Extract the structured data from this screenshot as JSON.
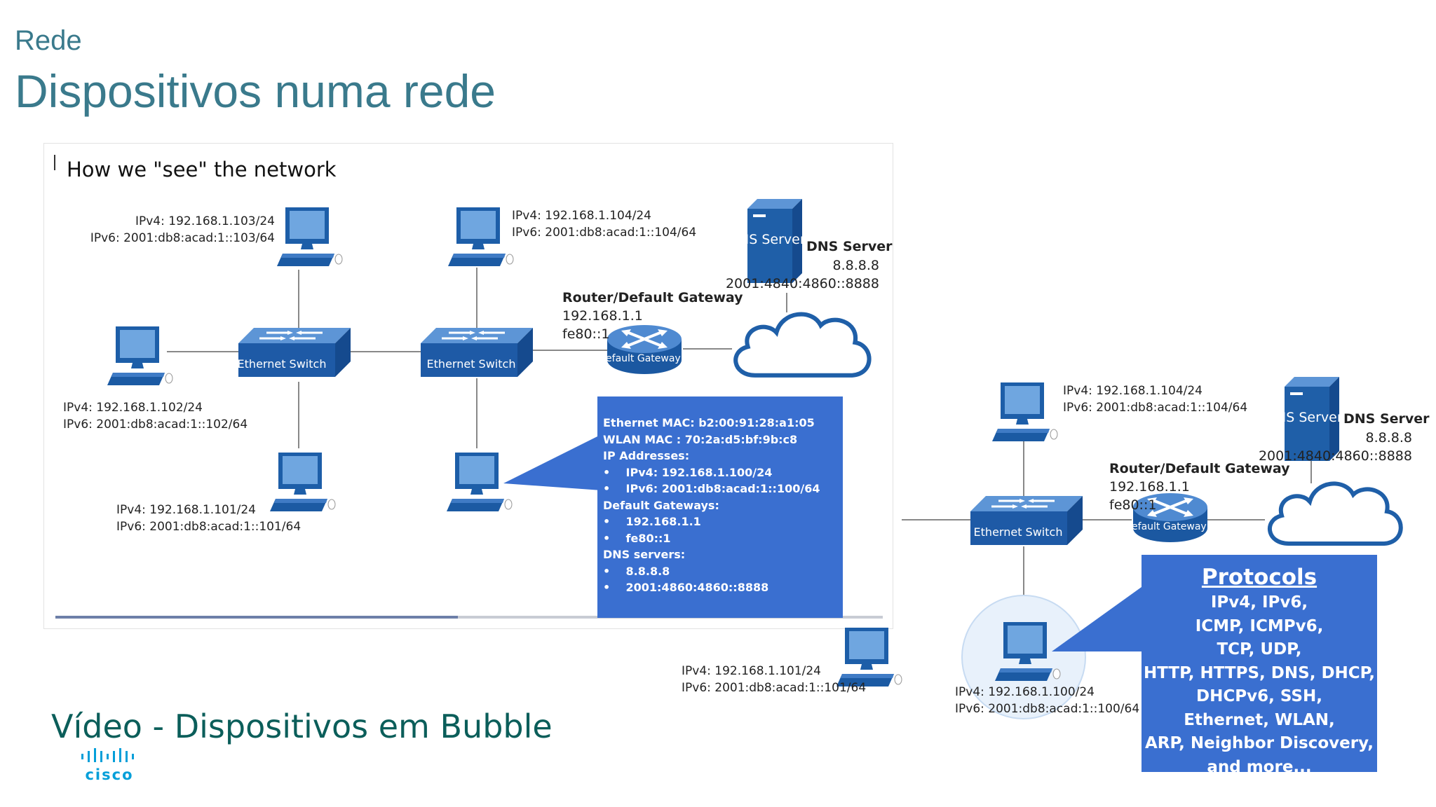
{
  "header": {
    "section": "Rede",
    "title": "Dispositivos numa rede"
  },
  "video_title": "Vídeo - Dispositivos em Bubble",
  "logo": {
    "text": "cisco",
    "icon": "cisco-bars-logo"
  },
  "screenshot1": {
    "caption": "How we \"see\" the network",
    "switch_label": "Ethernet Switch",
    "router_text": "Default Gateway",
    "server_text": "DNS Server",
    "hosts": {
      "h103": {
        "ipv4": "IPv4: 192.168.1.103/24",
        "ipv6": "IPv6: 2001:db8:acad:1::103/64"
      },
      "h104": {
        "ipv4": "IPv4: 192.168.1.104/24",
        "ipv6": "IPv6: 2001:db8:acad:1::104/64"
      },
      "h102": {
        "ipv4": "IPv4: 192.168.1.102/24",
        "ipv6": "IPv6: 2001:db8:acad:1::102/64"
      },
      "h101": {
        "ipv4": "IPv4: 192.168.1.101/24",
        "ipv6": "IPv6: 2001:db8:acad:1::101/64"
      }
    },
    "router": {
      "title": "Router/Default Gateway",
      "ipv4": "192.168.1.1",
      "ipv6": "fe80::1"
    },
    "dns": {
      "title": "DNS Server",
      "ipv4": "8.8.8.8",
      "ipv6": "2001:4840:4860::8888"
    },
    "info_box": {
      "eth_mac": "Ethernet MAC: b2:00:91:28:a1:05",
      "wlan_mac": "WLAN MAC : 70:2a:d5:bf:9b:c8",
      "ip_heading": "IP Addresses:",
      "ip_items": [
        "IPv4: 192.168.1.100/24",
        "IPv6: 2001:db8:acad:1::100/64"
      ],
      "gw_heading": "Default Gateways:",
      "gw_items": [
        "192.168.1.1",
        "fe80::1"
      ],
      "dns_heading": "DNS servers:",
      "dns_items": [
        "8.8.8.8",
        "2001:4860:4860::8888"
      ]
    }
  },
  "screenshot2": {
    "switch_label": "Ethernet Switch",
    "router_text": "Default Gateway",
    "server_text": "DNS Server",
    "h104": {
      "ipv4": "IPv4: 192.168.1.104/24",
      "ipv6": "IPv6: 2001:db8:acad:1::104/64"
    },
    "h101": {
      "ipv4": "IPv4: 192.168.1.101/24",
      "ipv6": "IPv6: 2001:db8:acad:1::101/64"
    },
    "h100": {
      "ipv4": "IPv4: 192.168.1.100/24",
      "ipv6": "IPv6: 2001:db8:acad:1::100/64"
    },
    "router": {
      "title": "Router/Default Gateway",
      "ipv4": "192.168.1.1",
      "ipv6": "fe80::1"
    },
    "dns": {
      "title": "DNS Server",
      "ipv4": "8.8.8.8",
      "ipv6": "2001:4840:4860::8888"
    },
    "protocols": {
      "heading": "Protocols",
      "lines": [
        "IPv4, IPv6,",
        "ICMP, ICMPv6,",
        "TCP, UDP,",
        "HTTP, HTTPS, DNS, DHCP,",
        "DHCPv6, SSH,",
        "Ethernet, WLAN,",
        "ARP, Neighbor Discovery,",
        "and more..."
      ]
    }
  },
  "colors": {
    "title": "#3a7a8c",
    "video": "#0b5e5a",
    "device_blue": "#1f5fa8",
    "box_blue": "#3a6fd0",
    "cisco": "#049fd9"
  }
}
